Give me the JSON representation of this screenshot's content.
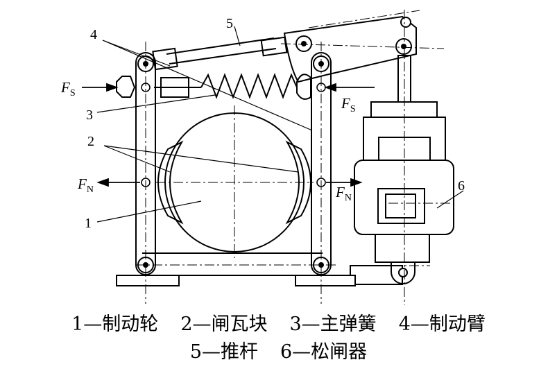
{
  "diagram": {
    "part_numbers": [
      "1",
      "2",
      "3",
      "4",
      "5",
      "6"
    ],
    "forces": {
      "fs_left": {
        "main": "F",
        "sub": "S"
      },
      "fs_right": {
        "main": "F",
        "sub": "S"
      },
      "fn_left": {
        "main": "F",
        "sub": "N"
      },
      "fn_right": {
        "main": "F",
        "sub": "N"
      }
    }
  },
  "legend": {
    "row1": [
      "1—制动轮",
      "2—闸瓦块",
      "3—主弹簧",
      "4—制动臂"
    ],
    "row2": [
      "5—推杆",
      "6—松闸器"
    ]
  }
}
